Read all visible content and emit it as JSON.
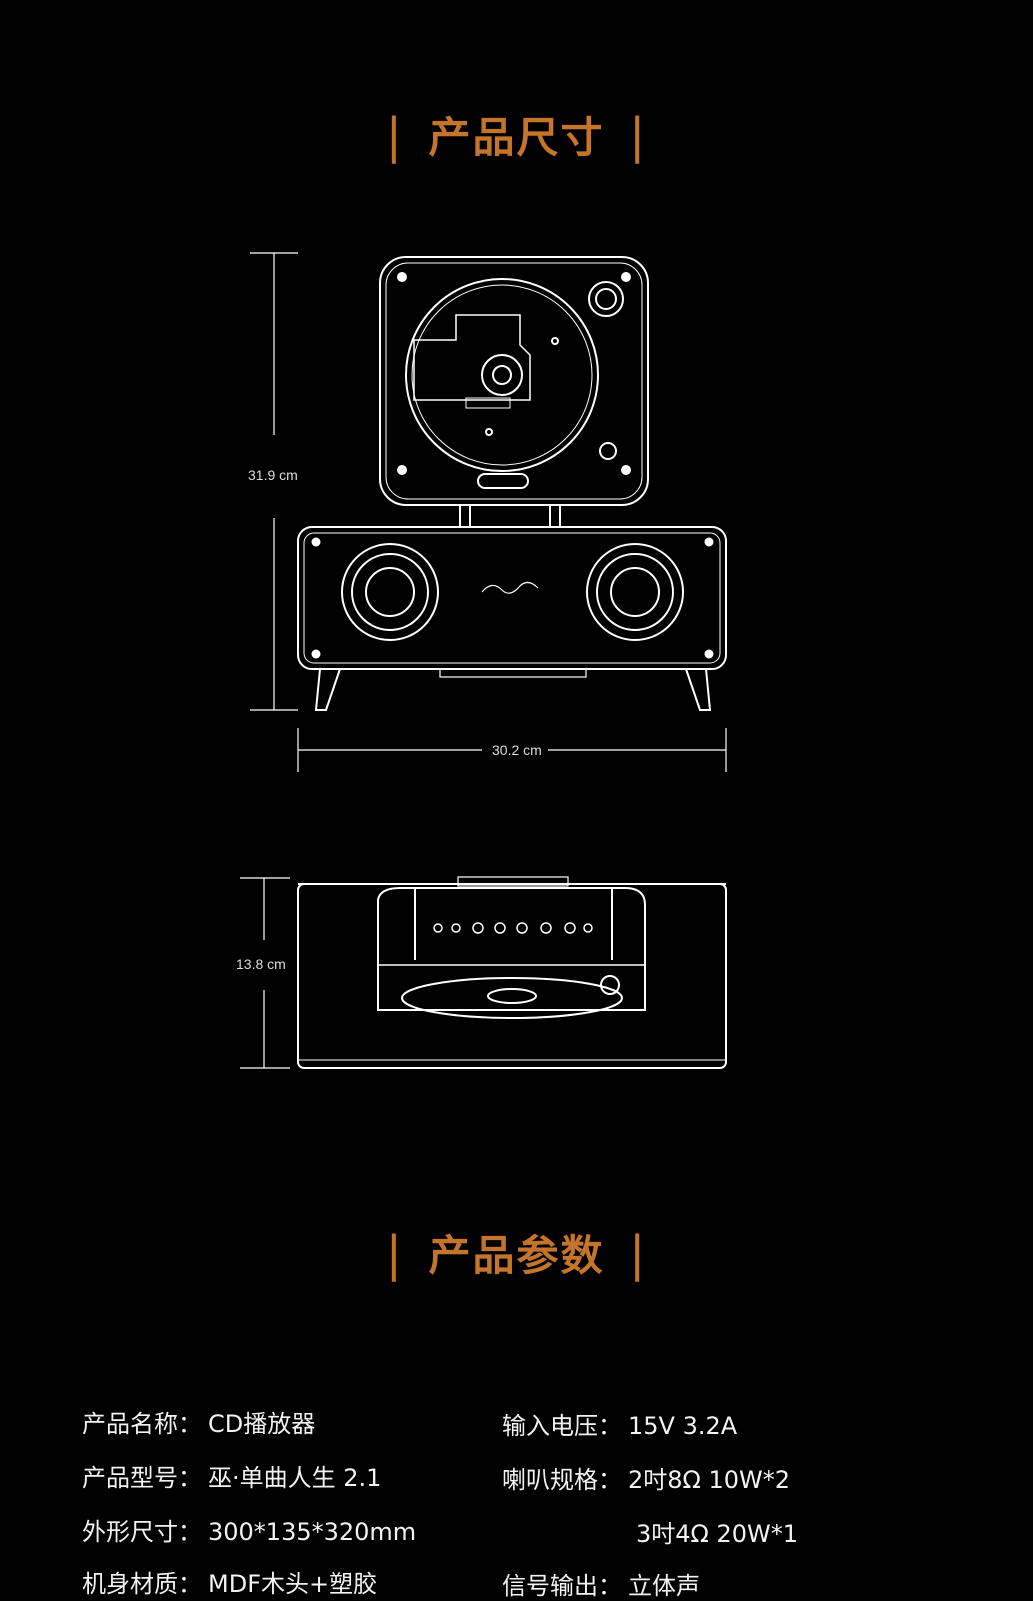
{
  "section_size": {
    "title": "产品尺寸",
    "bar": "|"
  },
  "section_params": {
    "title": "产品参数",
    "bar": "|"
  },
  "dimensions": {
    "height": "31.9 cm",
    "width": "30.2 cm",
    "depth": "13.8 cm"
  },
  "specs_left": [
    {
      "key": "产品名称：",
      "value": "CD播放器"
    },
    {
      "key": "产品型号：",
      "value": "巫·单曲人生 2.1"
    },
    {
      "key": "外形尺寸：",
      "value": "300*135*320mm"
    },
    {
      "key": "机身材质：",
      "value": "MDF木头+塑胶"
    }
  ],
  "specs_right": [
    {
      "key": "输入电压：",
      "value": "15V  3.2A"
    },
    {
      "key": "喇叭规格：",
      "value": "2吋8Ω  10W*2"
    },
    {
      "key": "",
      "value": "3吋4Ω  20W*1"
    },
    {
      "key": "信号输出：",
      "value": "立体声"
    }
  ],
  "colors": {
    "accent": "#c5742c",
    "background": "#000000",
    "line": "#ffffff"
  }
}
